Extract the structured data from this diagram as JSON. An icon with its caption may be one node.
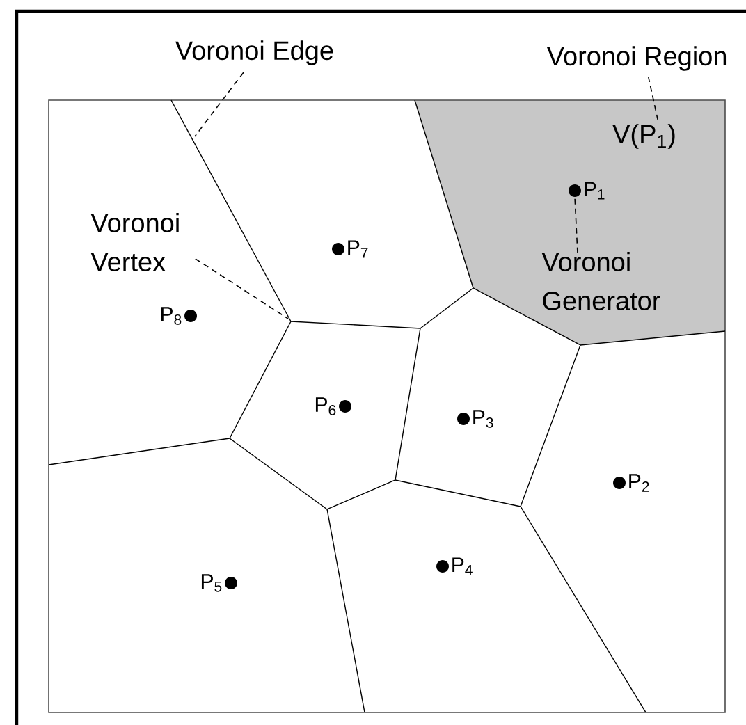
{
  "diagram": {
    "nodes": [
      {
        "text": [
          "Voronoi Edge"
        ]
      },
      {
        "text": [
          "Voronoi Region"
        ]
      },
      {
        "text": [
          "V(P$_{1}$)"
        ]
      },
      {
        "text": [
          "Voronoi Vertex"
        ]
      },
      {
        "text": [
          "Voronoi Generator"
        ]
      },
      {
        "text": [
          "P$_{1}$"
        ]
      },
      {
        "text": [
          "P$_{7}$"
        ]
      },
      {
        "text": [
          "P$_{8}$"
        ]
      },
      {
        "text": [
          "P$_{6}$"
        ]
      },
      {
        "text": [
          "P$_{3}$"
        ]
      },
      {
        "text": [
          "P$_{2}$"
        ]
      },
      {
        "text": [
          "P$_{4}$"
        ]
      },
      {
        "text": [
          "P$_{5}$"
        ]
      }
    ],
    "edges": [
      {
        "from": 0,
        "to": null,
        "arrow": "none"
      },
      {
        "from": 1,
        "to": 2,
        "arrow": "none"
      },
      {
        "from": 3,
        "to": null,
        "arrow": "none"
      },
      {
        "from": 4,
        "to": 5,
        "arrow": "none"
      }
    ]
  }
}
